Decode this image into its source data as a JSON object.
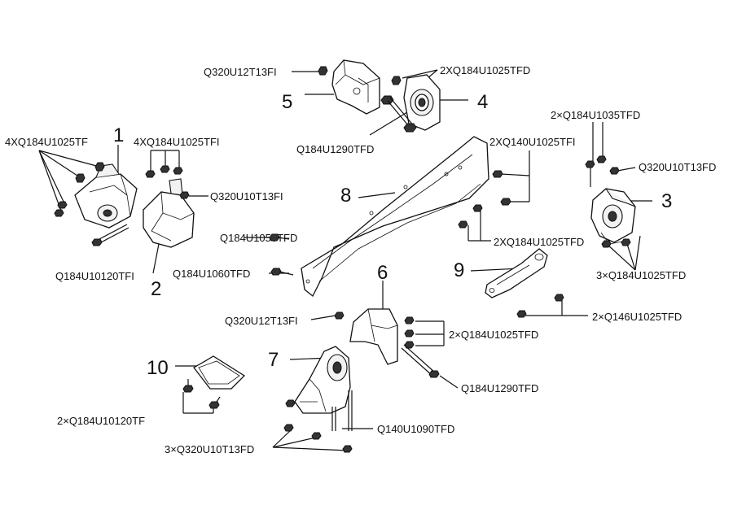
{
  "callouts": {
    "c1": "1",
    "c2": "2",
    "c3": "3",
    "c4": "4",
    "c5": "5",
    "c6": "6",
    "c7": "7",
    "c8": "8",
    "c9": "9",
    "c10": "10"
  },
  "labels": {
    "l_q320u12t13f_top": "Q320U12T13FI",
    "l_2xq184u1025tfd_top": "2XQ184U1025TFD",
    "l_q184u1290tfd_top": "Q184U1290TFD",
    "l_4xq184u1025tf_left": "4XQ184U1025TF",
    "l_4xq184u1025tfd_mid": "4XQ184U1025TFI",
    "l_q320u10t13f_mid": "Q320U10T13FI",
    "l_q184u10120tf": "Q184U10120TFI",
    "l_q184u1050tfd": "Q184U1050TFD",
    "l_q184u1060tfd": "Q184U1060TFD",
    "l_2xq140u1025tfd": "2XQ140U1025TFI",
    "l_2xq184u1035tfd": "2×Q184U1035TFD",
    "l_q320u10t13fd_right": "Q320U10T13FD",
    "l_2xq184u1025tfd_mid": "2XQ184U1025TFD",
    "l_3xq184u1025tfd": "3×Q184U1025TFD",
    "l_q320u12t13f_low": "Q320U12T13FI",
    "l_2xq184u1025tfd_low": "2×Q184U1025TFD",
    "l_2xq146u1025tfd": "2×Q146U1025TFD",
    "l_q184u1290tfd_low": "Q184U1290TFD",
    "l_q140u1090tfd": "Q140U1090TFD",
    "l_2xq184u10120tf": "2×Q184U10120TF",
    "l_3xq320u10t13fd": "3×Q320U10T13FD"
  }
}
